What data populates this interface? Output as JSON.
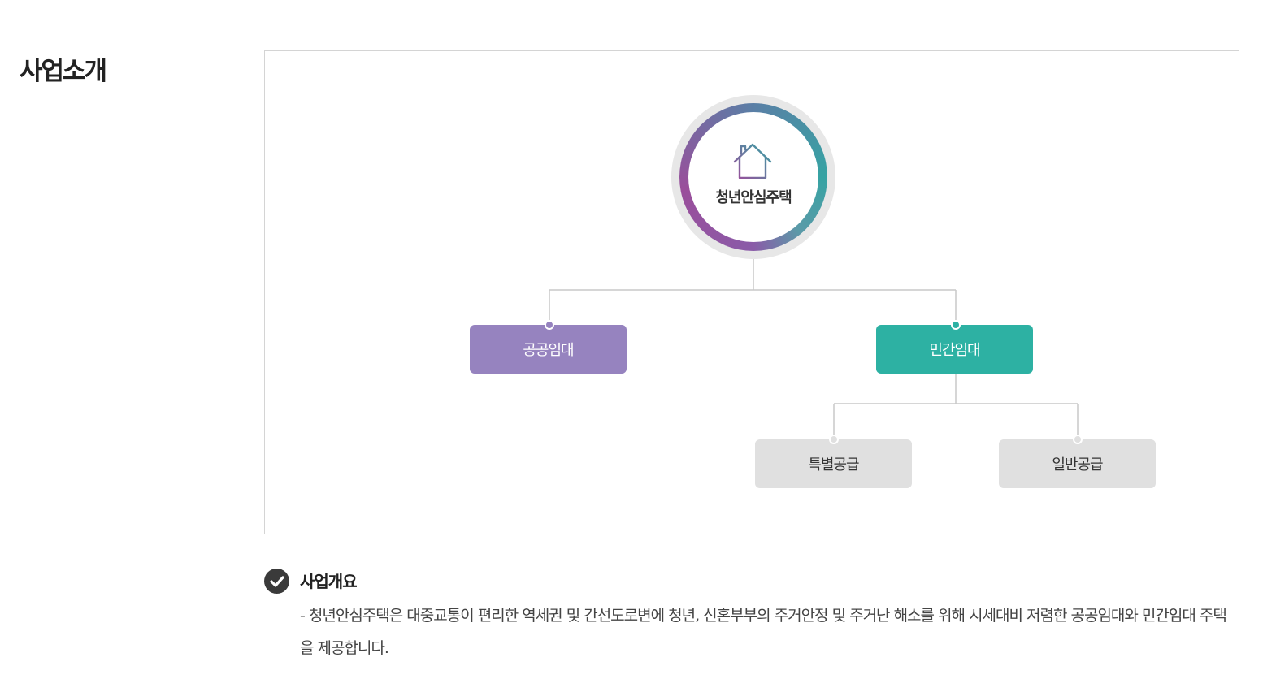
{
  "page": {
    "title": "사업소개"
  },
  "diagram": {
    "hub_label": "청년안심주택",
    "hub_icon": "house-icon",
    "branches": {
      "public": "공공임대",
      "private": "민간임대"
    },
    "sub_branches": {
      "special": "특별공급",
      "general": "일반공급"
    },
    "colors": {
      "public": "#9683bf",
      "private": "#2db1a3",
      "sub": "#e0e0e0",
      "ring_purple": "#9a4e9b",
      "ring_teal": "#36a3a3"
    }
  },
  "overview": {
    "icon": "check-circle-icon",
    "title": "사업개요",
    "text": "- 청년안심주택은 대중교통이 편리한 역세권 및 간선도로변에 청년, 신혼부부의 주거안정 및 주거난 해소를 위해 시세대비 저렴한 공공임대와 민간임대 주택을 제공합니다."
  }
}
